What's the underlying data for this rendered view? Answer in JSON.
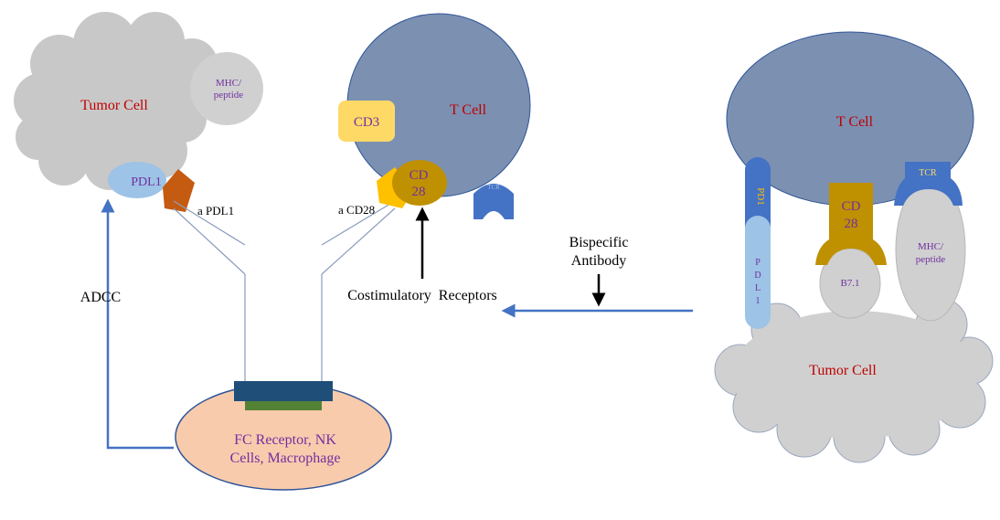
{
  "left_panel": {
    "tumor_cell": "Tumor Cell",
    "mhc_peptide_line1": "MHC/",
    "mhc_peptide_line2": "peptide",
    "pdl1": "PDL1",
    "antibody_pdl1_label": "a PDL1",
    "adcc": "ADCC",
    "fc_receptor_line1": "FC Receptor, NK",
    "fc_receptor_line2": "Cells, Macrophage"
  },
  "middle_panel": {
    "t_cell": "T Cell",
    "cd3": "CD3",
    "cd28_line1": "CD",
    "cd28_line2": "28",
    "tcr_small": "TCR",
    "antibody_cd28_label": "a CD28",
    "costimulatory_receptors": "Costimulatory  Receptors"
  },
  "bispecific": {
    "line1": "Bispecific",
    "line2": "Antibody"
  },
  "right_panel": {
    "t_cell": "T Cell",
    "tcr": "TCR",
    "pd1": "PD1",
    "pdl1_letters": [
      "P",
      "D",
      "L",
      "1"
    ],
    "cd28_line1": "CD",
    "cd28_line2": "28",
    "b71": "B7.1",
    "mhc_peptide_line1": "MHC/",
    "mhc_peptide_line2": "peptide",
    "tumor_cell": "Tumor Cell"
  },
  "colors": {
    "tumor_gray": "#c8c8c8",
    "tcell_blue": "#7c90b2",
    "receptor_blue": "#4472c4",
    "pdl1_lightblue": "#9dc3e6",
    "cd3_yellow": "#ffd966",
    "cd28_gold": "#bf9000",
    "antibody_yellow": "#ffc000",
    "antibody_orange": "#c55a11",
    "fc_peach": "#f8cbad",
    "fc_bar_navy": "#1f4e79",
    "fc_bar_green": "#548235",
    "label_red": "#c00000",
    "label_purple": "#7030a0"
  }
}
